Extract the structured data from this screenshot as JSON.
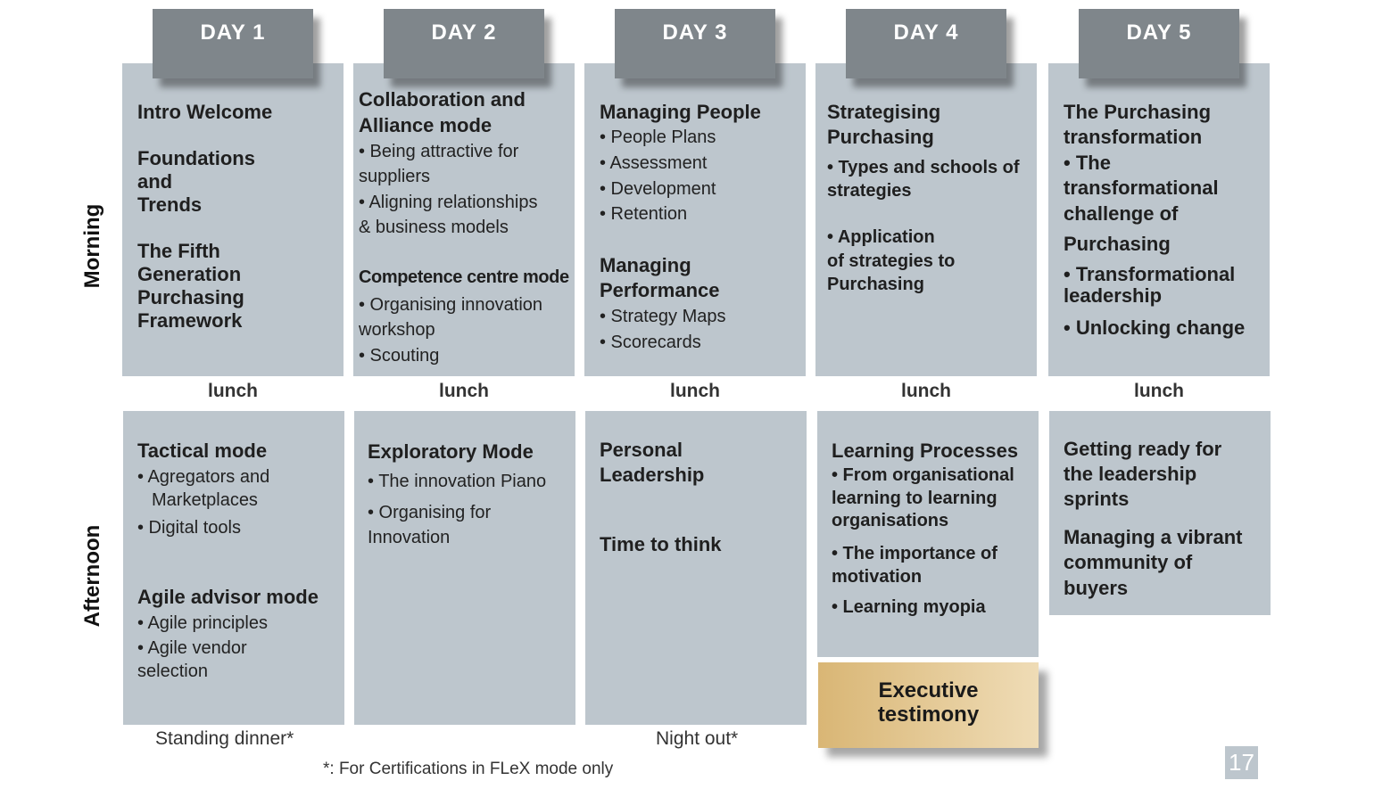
{
  "days": [
    {
      "label": "DAY 1",
      "lunch": "lunch"
    },
    {
      "label": "DAY 2",
      "lunch": "lunch"
    },
    {
      "label": "DAY 3",
      "lunch": "lunch"
    },
    {
      "label": "DAY 4",
      "lunch": "lunch"
    },
    {
      "label": "DAY 5",
      "lunch": "lunch"
    }
  ],
  "side_labels": {
    "morning": "Morning",
    "afternoon": "Afternoon"
  },
  "day1": {
    "morning": [
      "Intro Welcome",
      "Foundations",
      "and",
      "Trends",
      "The Fifth",
      "Generation",
      "Purchasing",
      "Framework"
    ],
    "afternoon": {
      "h1": "Tactical mode",
      "b1": "• Agregators and",
      "b1b": "Marketplaces",
      "b2": "• Digital tools",
      "h2": "Agile advisor mode",
      "b3": "• Agile principles",
      "b4": "• Agile vendor",
      "b4b": "selection"
    },
    "footer": "Standing dinner*"
  },
  "day2": {
    "morning": {
      "h1a": "Collaboration and",
      "h1b": "Alliance mode",
      "b1a": "• Being attractive for",
      "b1b": "suppliers",
      "b2a": "• Aligning relationships",
      "b2b": "& business models",
      "h2": "Competence centre mode",
      "b3a": "• Organising innovation",
      "b3b": "workshop",
      "b4": "• Scouting"
    },
    "afternoon": {
      "h1": "Exploratory Mode",
      "b1": "• The innovation Piano",
      "b2a": "• Organising for",
      "b2b": "Innovation"
    }
  },
  "day3": {
    "morning": {
      "h1": "Managing People",
      "items1": [
        "• People Plans",
        "• Assessment",
        "• Development",
        "• Retention"
      ],
      "h2a": "Managing",
      "h2b": "Performance",
      "items2": [
        "• Strategy Maps",
        "• Scorecards"
      ]
    },
    "afternoon": {
      "h1a": "Personal",
      "h1b": "Leadership",
      "h2": "Time to think"
    },
    "footer": "Night out*"
  },
  "day4": {
    "morning": {
      "h1a": "Strategising",
      "h1b": "Purchasing",
      "b1a": "• Types and schools of",
      "b1b": "strategies",
      "b2a": "• Application",
      "b2b": "of  strategies to",
      "b2c": "Purchasing"
    },
    "afternoon": {
      "h1": "Learning Processes",
      "b1a": "• From organisational",
      "b1b": "learning to learning",
      "b1c": "organisations",
      "b2a": "• The importance of",
      "b2b": "motivation",
      "b3": "• Learning myopia"
    },
    "exec_a": "Executive",
    "exec_b": "testimony"
  },
  "day5": {
    "morning": {
      "l1": "The Purchasing",
      "l2": "transformation",
      "l3": "• The",
      "l4": "transformational",
      "l5": "challenge of",
      "l6": "Purchasing",
      "l7": "• Transformational",
      "l8": "leadership",
      "l9": "• Unlocking change"
    },
    "afternoon": {
      "l1": "Getting ready for",
      "l2": "the leadership",
      "l3": "sprints",
      "l4": "Managing a vibrant",
      "l5": "community of",
      "l6": "buyers"
    }
  },
  "footnote": "*: For Certifications in FLeX mode only",
  "page_number": "17",
  "colors": {
    "header": "#7f868b",
    "panel": "#bdc6cd",
    "exec_gradient_start": "#d9b675",
    "exec_gradient_end": "#efdcb6"
  }
}
